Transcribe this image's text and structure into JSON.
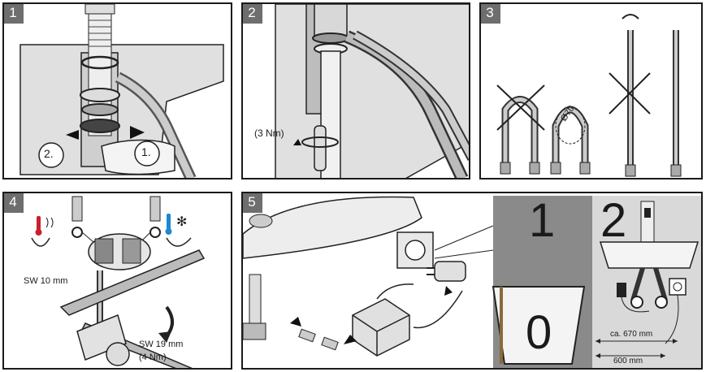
{
  "steps": [
    "1",
    "2",
    "3",
    "4",
    "5"
  ],
  "panel1": {
    "callout_left": "2.",
    "callout_right": "1."
  },
  "panel2": {
    "torque": "(3 Nm)"
  },
  "panel3": {
    "bend_diameter": "Ø70"
  },
  "panel4": {
    "wrench_small": "SW 10 mm",
    "wrench_large": "SW 19 mm",
    "torque": "(4 Nm)"
  },
  "panel5": {
    "inset_left_number": "1",
    "inset_right_number": "2",
    "zero_mark": "0",
    "dim_upper": "ca. 670 mm",
    "dim_lower": "600 mm"
  },
  "colors": {
    "border": "#1a1a1a",
    "step_bg": "#6e6e6e",
    "hot": "#c8202c",
    "cold": "#1e88d0",
    "hose_gray": "#b5b5b5"
  },
  "icons": [
    "thermometer-hot-icon",
    "thermometer-cold-icon",
    "snowflake-icon",
    "steam-icon",
    "x-mark-icon",
    "rotate-arrow-icon",
    "insert-arrow-icon",
    "plug-icon",
    "socket-icon"
  ]
}
